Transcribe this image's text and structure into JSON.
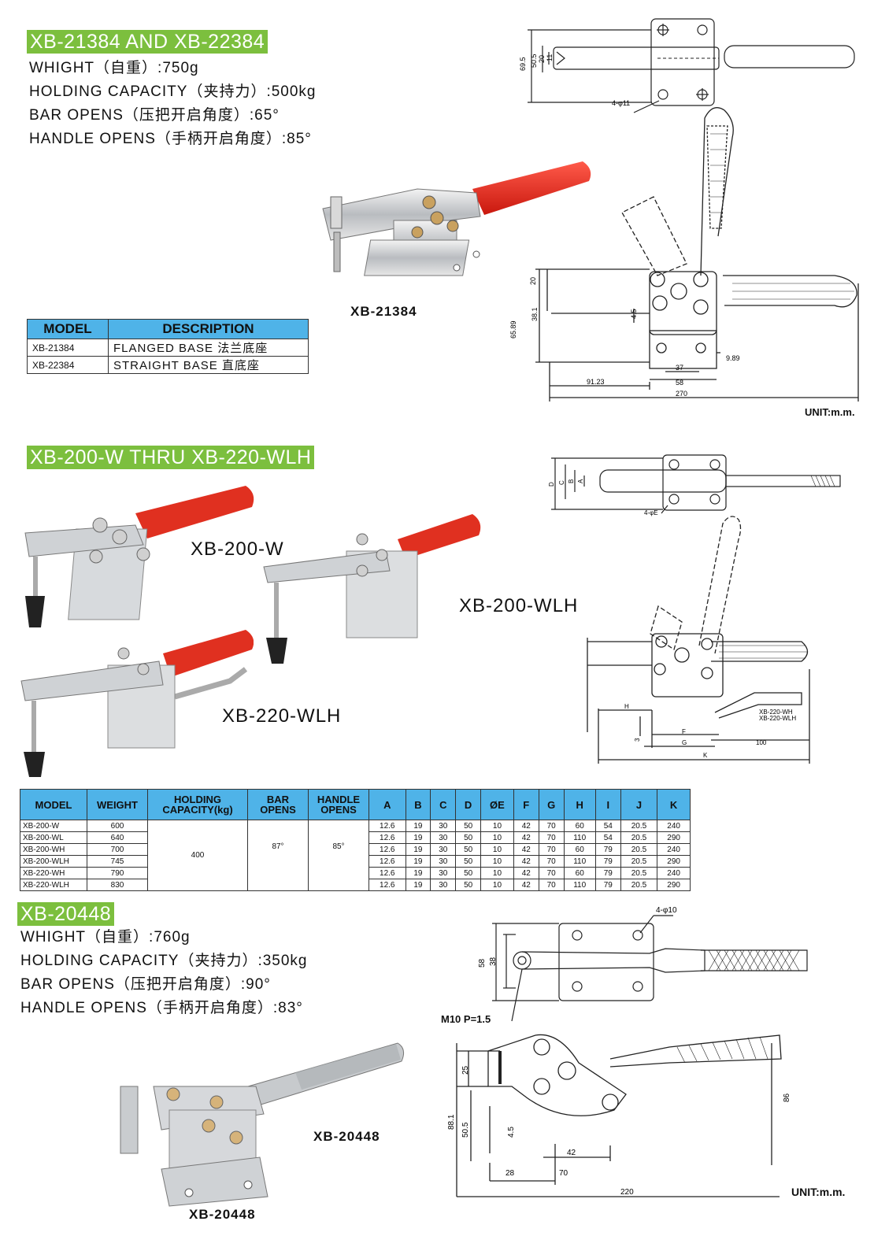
{
  "s1": {
    "title": "XB-21384 AND XB-22384",
    "specs": [
      "WHIGHT（自重）:750g",
      "HOLDING CAPACITY（夹持力）:500kg",
      "BAR OPENS（压把开启角度）:65°",
      "HANDLE OPENS（手柄开启角度）:85°"
    ],
    "caption": "XB-21384",
    "table": {
      "headers": [
        "MODEL",
        "DESCRIPTION"
      ],
      "rows": [
        [
          "XB-21384",
          "FLANGED BASE  法兰底座"
        ],
        [
          "XB-22384",
          "STRAIGHT BASE  直底座"
        ]
      ]
    },
    "dims": {
      "d69_5": "69.5",
      "d50_5": "50.5",
      "d20a": "20",
      "d11": "11",
      "holes": "4-φ11",
      "d20b": "20",
      "d38_1": "38.1",
      "d65_89": "65.89",
      "d4_5": "4.5",
      "d9_89": "9.89",
      "d37": "37",
      "d58": "58",
      "d91_23": "91.23",
      "d270": "270"
    },
    "unit": "UNIT:m.m."
  },
  "s2": {
    "title": "XB-200-W THRU XB-220-WLH",
    "labels": [
      "XB-200-W",
      "XB-200-WLH",
      "XB-220-WLH"
    ],
    "dims": {
      "a": "A",
      "b": "B",
      "c": "C",
      "d": "D",
      "e": "4-φE",
      "h": "H",
      "three": "3",
      "f": "F",
      "g": "G",
      "hundred": "100",
      "k": "K",
      "wh": "XB-220-WH",
      "wlh": "XB-220-WLH"
    },
    "table": {
      "headers": [
        "MODEL",
        "WEIGHT",
        "HOLDING CAPACITY(kg)",
        "BAR OPENS",
        "HANDLE OPENS",
        "A",
        "B",
        "C",
        "D",
        "ØE",
        "F",
        "G",
        "H",
        "I",
        "J",
        "K"
      ],
      "capacity": "400",
      "bar_opens": "87°",
      "handle_opens": "85°",
      "rows": [
        [
          "XB-200-W",
          "600",
          "12.6",
          "19",
          "30",
          "50",
          "10",
          "42",
          "70",
          "60",
          "54",
          "20.5",
          "240"
        ],
        [
          "XB-200-WL",
          "640",
          "12.6",
          "19",
          "30",
          "50",
          "10",
          "42",
          "70",
          "110",
          "54",
          "20.5",
          "290"
        ],
        [
          "XB-200-WH",
          "700",
          "12.6",
          "19",
          "30",
          "50",
          "10",
          "42",
          "70",
          "60",
          "79",
          "20.5",
          "240"
        ],
        [
          "XB-200-WLH",
          "745",
          "12.6",
          "19",
          "30",
          "50",
          "10",
          "42",
          "70",
          "110",
          "79",
          "20.5",
          "290"
        ],
        [
          "XB-220-WH",
          "790",
          "12.6",
          "19",
          "30",
          "50",
          "10",
          "42",
          "70",
          "60",
          "79",
          "20.5",
          "240"
        ],
        [
          "XB-220-WLH",
          "830",
          "12.6",
          "19",
          "30",
          "50",
          "10",
          "42",
          "70",
          "110",
          "79",
          "20.5",
          "290"
        ]
      ]
    }
  },
  "s3": {
    "title": "XB-20448",
    "specs": [
      "WHIGHT（自重）:760g",
      "HOLDING CAPACITY（夹持力）:350kg",
      "BAR OPENS（压把开启角度）:90°",
      "HANDLE OPENS（手柄开启角度）:83°"
    ],
    "caption_right": "XB-20448",
    "caption_bottom": "XB-20448",
    "dims": {
      "holes": "4-φ10",
      "d58": "58",
      "d38": "38",
      "thread": "M10 P=1.5",
      "d25": "25",
      "d88_1": "88.1",
      "d50_5": "50.5",
      "d4_5": "4.5",
      "d42": "42",
      "d28": "28",
      "d70": "70",
      "d86": "86",
      "d220": "220"
    },
    "unit": "UNIT:m.m."
  }
}
